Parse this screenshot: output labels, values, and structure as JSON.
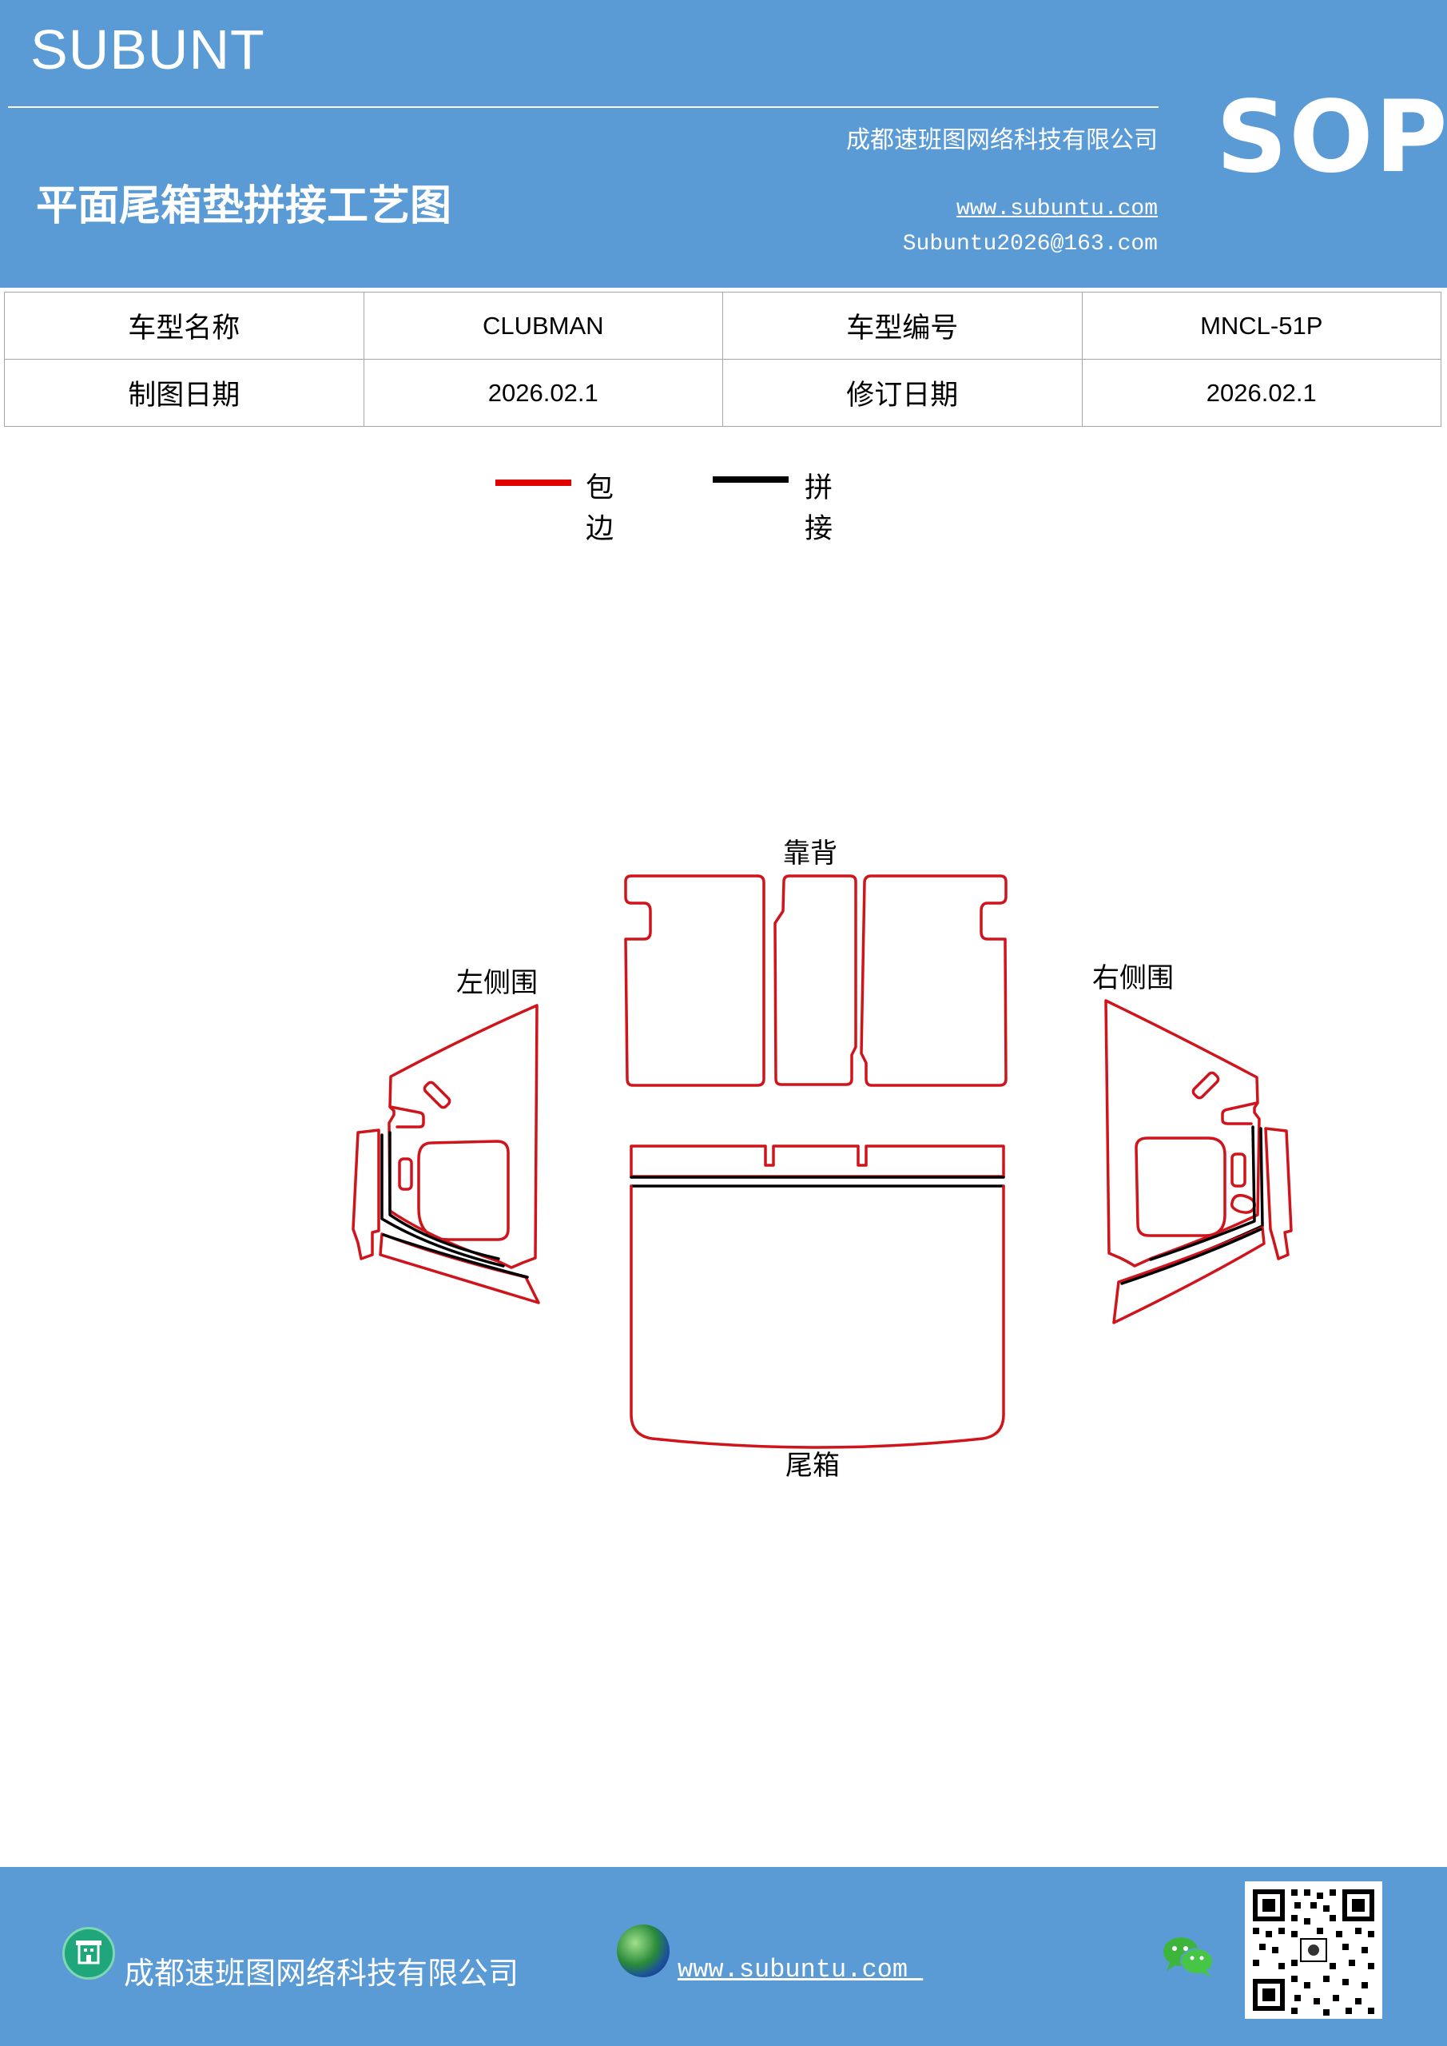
{
  "header": {
    "brand": "SUBUNT",
    "company": "成都速班图网络科技有限公司",
    "title": "平面尾箱垫拼接工艺图",
    "website": "www.subuntu.com",
    "email": "Subuntu2026@163.com",
    "badge": "SOP"
  },
  "info": {
    "rows": [
      {
        "label1": "车型名称",
        "value1": "CLUBMAN",
        "label2": "车型编号",
        "value2": "MNCL-51P"
      },
      {
        "label1": "制图日期",
        "value1": "2026.02.1",
        "label2": "修订日期",
        "value2": "2026.02.1"
      }
    ]
  },
  "legend": {
    "items": [
      {
        "label": "包边",
        "color": "#e00000"
      },
      {
        "label": "拼接",
        "color": "#000000"
      }
    ]
  },
  "parts": {
    "backrest": "靠背",
    "left_side": "左侧围",
    "right_side": "右侧围",
    "trunk": "尾箱"
  },
  "colors": {
    "header": "#5b9bd5",
    "edge": "#d0141c",
    "seam": "#000000"
  },
  "footer": {
    "company": "成都速班图网络科技有限公司",
    "website": "www.subuntu.com ",
    "icons": [
      "company-icon",
      "globe-icon",
      "wechat-icon",
      "qr-code"
    ]
  }
}
